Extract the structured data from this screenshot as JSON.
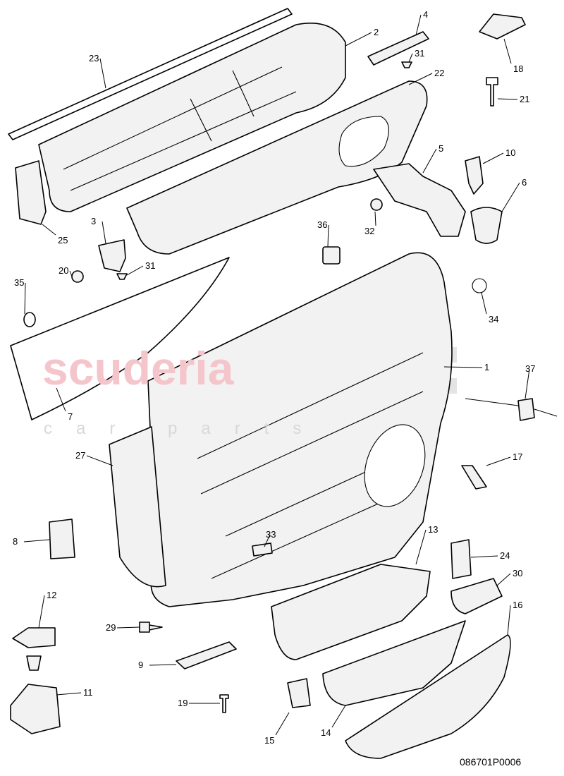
{
  "watermark": {
    "main": "scuderia",
    "sub": "car parts"
  },
  "drawing_code": "086701P0006",
  "callouts": [
    "1",
    "2",
    "3",
    "4",
    "5",
    "6",
    "7",
    "8",
    "9",
    "10",
    "11",
    "12",
    "13",
    "14",
    "15",
    "16",
    "17",
    "18",
    "19",
    "20",
    "21",
    "22",
    "23",
    "24",
    "25",
    "27",
    "29",
    "30",
    "31",
    "31",
    "32",
    "33",
    "34",
    "35",
    "36",
    "37"
  ]
}
